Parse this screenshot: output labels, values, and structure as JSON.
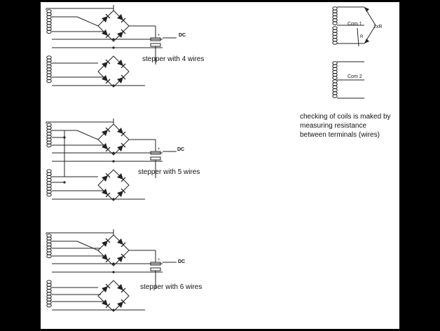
{
  "labels": {
    "dc": "DC",
    "stepper_4": "stepper with 4 wires",
    "stepper_5": "stepper with 5 wires",
    "stepper_6": "stepper with 6 wires",
    "com1": "Com 1",
    "com2": "Com 2",
    "resistance_2x": "2xR",
    "resistance": "R"
  },
  "note": "checking of coils is maked by measuring resistance between terminals (wires)",
  "colors": {
    "line": "#222222",
    "frame": "#000000",
    "paper": "#ffffff"
  }
}
